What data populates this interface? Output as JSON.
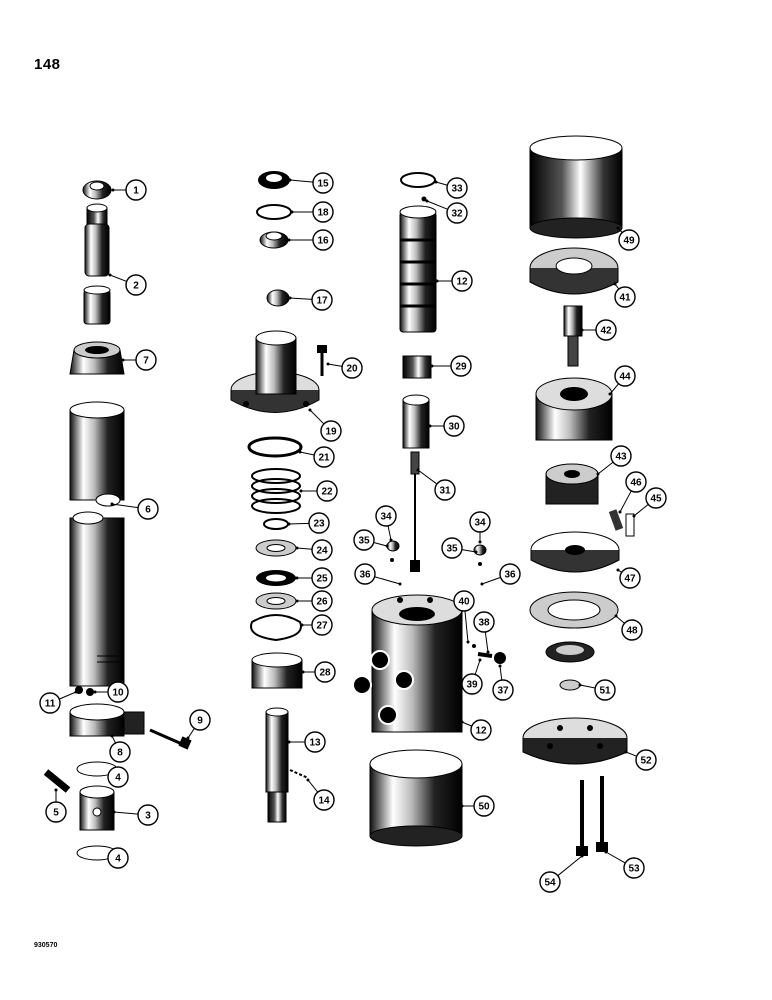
{
  "page_number": "148",
  "figure_code": "930570",
  "callouts": [
    {
      "id": "c1",
      "label": "1"
    },
    {
      "id": "c2",
      "label": "2"
    },
    {
      "id": "c7",
      "label": "7"
    },
    {
      "id": "c6",
      "label": "6"
    },
    {
      "id": "c11",
      "label": "11"
    },
    {
      "id": "c10",
      "label": "10"
    },
    {
      "id": "c9",
      "label": "9"
    },
    {
      "id": "c8",
      "label": "8"
    },
    {
      "id": "c4a",
      "label": "4"
    },
    {
      "id": "c5",
      "label": "5"
    },
    {
      "id": "c3",
      "label": "3"
    },
    {
      "id": "c4b",
      "label": "4"
    },
    {
      "id": "c15",
      "label": "15"
    },
    {
      "id": "c18",
      "label": "18"
    },
    {
      "id": "c16",
      "label": "16"
    },
    {
      "id": "c17",
      "label": "17"
    },
    {
      "id": "c20",
      "label": "20"
    },
    {
      "id": "c19",
      "label": "19"
    },
    {
      "id": "c21",
      "label": "21"
    },
    {
      "id": "c22",
      "label": "22"
    },
    {
      "id": "c23",
      "label": "23"
    },
    {
      "id": "c24",
      "label": "24"
    },
    {
      "id": "c25",
      "label": "25"
    },
    {
      "id": "c26",
      "label": "26"
    },
    {
      "id": "c27",
      "label": "27"
    },
    {
      "id": "c28",
      "label": "28"
    },
    {
      "id": "c13",
      "label": "13"
    },
    {
      "id": "c14",
      "label": "14"
    },
    {
      "id": "c33",
      "label": "33"
    },
    {
      "id": "c32",
      "label": "32"
    },
    {
      "id": "c12a",
      "label": "12"
    },
    {
      "id": "c29",
      "label": "29"
    },
    {
      "id": "c30",
      "label": "30"
    },
    {
      "id": "c31",
      "label": "31"
    },
    {
      "id": "c34a",
      "label": "34"
    },
    {
      "id": "c35a",
      "label": "35"
    },
    {
      "id": "c36a",
      "label": "36"
    },
    {
      "id": "c34b",
      "label": "34"
    },
    {
      "id": "c35b",
      "label": "35"
    },
    {
      "id": "c36b",
      "label": "36"
    },
    {
      "id": "c40",
      "label": "40"
    },
    {
      "id": "c38",
      "label": "38"
    },
    {
      "id": "c39",
      "label": "39"
    },
    {
      "id": "c37",
      "label": "37"
    },
    {
      "id": "c12b",
      "label": "12"
    },
    {
      "id": "c50",
      "label": "50"
    },
    {
      "id": "c49",
      "label": "49"
    },
    {
      "id": "c41",
      "label": "41"
    },
    {
      "id": "c42",
      "label": "42"
    },
    {
      "id": "c44",
      "label": "44"
    },
    {
      "id": "c43",
      "label": "43"
    },
    {
      "id": "c46",
      "label": "46"
    },
    {
      "id": "c45",
      "label": "45"
    },
    {
      "id": "c47",
      "label": "47"
    },
    {
      "id": "c48",
      "label": "48"
    },
    {
      "id": "c51",
      "label": "51"
    },
    {
      "id": "c52",
      "label": "52"
    },
    {
      "id": "c53",
      "label": "53"
    },
    {
      "id": "c54",
      "label": "54"
    }
  ]
}
